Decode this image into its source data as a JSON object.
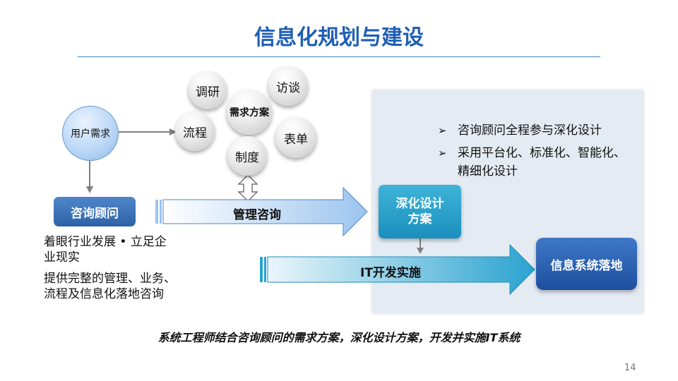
{
  "title": "信息化规划与建设",
  "page_number": "14",
  "bubbles": {
    "research": "调研",
    "interview": "访谈",
    "center": "需求方案",
    "process": "流程",
    "form": "表单",
    "system": "制度"
  },
  "user_need": "用户需求",
  "consult_box": "咨询顾问",
  "mgmt_arrow": "管理咨询",
  "it_arrow": "IT开发实施",
  "deep_design": {
    "line1": "深化设计",
    "line2": "方案"
  },
  "landing": "信息系统落地",
  "left_text": {
    "p1": "着眼行业发展 • 立足企业现实",
    "p2": "提供完整的管理、业务、流程及信息化落地咨询"
  },
  "bullets": [
    "咨询顾问全程参与深化设计",
    "采用平台化、标准化、智能化、精细化设计"
  ],
  "bullet_marker": "➢",
  "caption": "系统工程师结合咨询顾问的需求方案，深化设计方案，开发并实施IT系统",
  "colors": {
    "title": "#1f5fb4",
    "panel": "#e5ebf3",
    "consult": "#2e62a8",
    "deep": "#1a8fbd",
    "landing": "#1d4f9e"
  }
}
